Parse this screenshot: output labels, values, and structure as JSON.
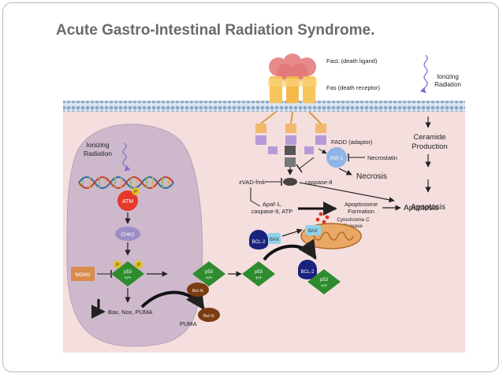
{
  "slide": {
    "title": "Acute Gastro-Intestinal Radiation Syndrome."
  },
  "colors": {
    "cell_background": "#f5dede",
    "nucleus": "#cdb8cc",
    "membrane": "#8fa9c9",
    "fas_ligand": "#e8898b",
    "fas_receptor": "#f7c55a",
    "fadd": "#f2b86b",
    "fadd_lower": "#b59bd6",
    "atm": "#e8382c",
    "chk2": "#9d8fc6",
    "p53": "#2e8b2e",
    "mdm2": "#d98c4c",
    "bcl_xl": "#7a3d12",
    "bcl2": "#1a237e",
    "bax": "#8fd3e8",
    "rip1": "#8fb4e8",
    "arrow": "#222222"
  },
  "diagram": {
    "fasl": "FasL (death ligand)",
    "fas": "Fas (death receptor)",
    "fadd": "FADD (adaptor)",
    "rip1": "RIP-1",
    "necrostatin": "Necrostatin",
    "necrosis": "Necrosis",
    "zvad": "zVAD-fmk",
    "caspase8": "caspase-8",
    "apaf_line1": "Apaf-1,",
    "apaf_line2": "caspase-9, ATP",
    "apoptosome_line1": "Apoptosome",
    "apoptosome_line2": "Formation",
    "cytc_line1": "Cytochrome C",
    "cytc_line2": "Release",
    "apoptosis_center": "Apoptosis",
    "ionizing_right_line1": "Ionizing",
    "ionizing_right_line2": "Radiation",
    "ceramide_line1": "Ceramide",
    "ceramide_line2": "Production",
    "apoptosis_right": "Apoptosis",
    "ionizing_left_line1": "Ionizing",
    "ionizing_left_line2": "Radiation",
    "atm": "ATM",
    "chk2": "CHK2",
    "mdm2": "MDM2",
    "p53_line1": "p53",
    "p53_line2": "+/+",
    "p": "P",
    "bax": "BAX",
    "bcl2": "BCL-2",
    "bclxl": "Bcl-Xₗ",
    "targets": "Bax, Nox, PUMA",
    "puma": "PUMA"
  }
}
